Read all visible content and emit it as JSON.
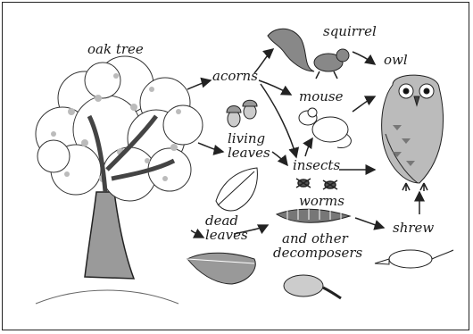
{
  "labels": {
    "oak_tree": "oak tree",
    "acorns": "acorns",
    "squirrel": "squirrel",
    "owl": "owl",
    "mouse": "mouse",
    "living_leaves_1": "living",
    "living_leaves_2": "leaves",
    "insects": "insects",
    "worms": "worms",
    "dead_leaves_1": "dead",
    "dead_leaves_2": "leaves",
    "shrew": "shrew",
    "decomposers_1": "and other",
    "decomposers_2": "decomposers"
  }
}
